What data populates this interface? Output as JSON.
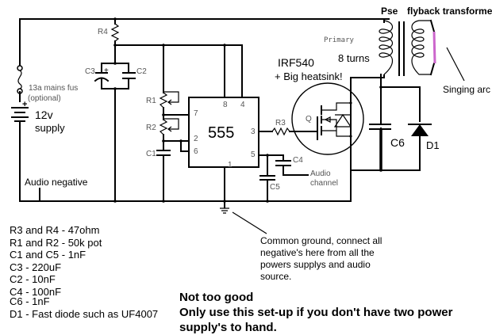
{
  "diagram": {
    "title": "555 timer driven flyback transformer singing arc circuit",
    "colors": {
      "wire": "#000000",
      "arc": "#cc66cc",
      "label_light": "#555555"
    },
    "labels": {
      "fuse": "13a mains fus",
      "fuse_note": "(optional)",
      "supply_plus": "+",
      "supply_voltage": "12v",
      "supply_word": "supply",
      "audio_negative": "Audio negative",
      "r4": "R4",
      "r1": "R1",
      "r2": "R2",
      "r3": "R3",
      "c1": "C1",
      "c2": "C2",
      "c3": "C3",
      "c3_plus": "+",
      "c4": "C4",
      "c5": "C5",
      "c6": "C6",
      "d1": "D1",
      "chip": "555",
      "pin7": "7",
      "pin8": "8",
      "pin4": "4",
      "pin2": "2",
      "pin6": "6",
      "pin3": "3",
      "pin5": "5",
      "pin1": "1",
      "mosfet_q": "Q",
      "mosfet_name": "IRF540",
      "mosfet_note": "+ Big heatsink!",
      "primary": "Primary",
      "turns": "8 turns",
      "flyback_top_left": "Pse",
      "flyback": "flyback transformer",
      "singing_arc": "Singing arc",
      "audio_channel_1": "Audio",
      "audio_channel_2": "channel"
    },
    "ground_note": [
      "Common ground, connect all",
      "negative's here from all the",
      "powers supplys and audio",
      "source."
    ],
    "parts_list": [
      "R3 and R4 - 47ohm",
      "R1 and R2 - 50k pot",
      "C1 and C5 - 1nF",
      "C3 - 220uF",
      "C2 - 10nF",
      "C4 - 100nF",
      "C6 - 1nF",
      "D1 - Fast diode such as UF4007"
    ],
    "warning": [
      "Not too good",
      "Only use this set-up if you don't have two power",
      "supply's to hand."
    ]
  }
}
